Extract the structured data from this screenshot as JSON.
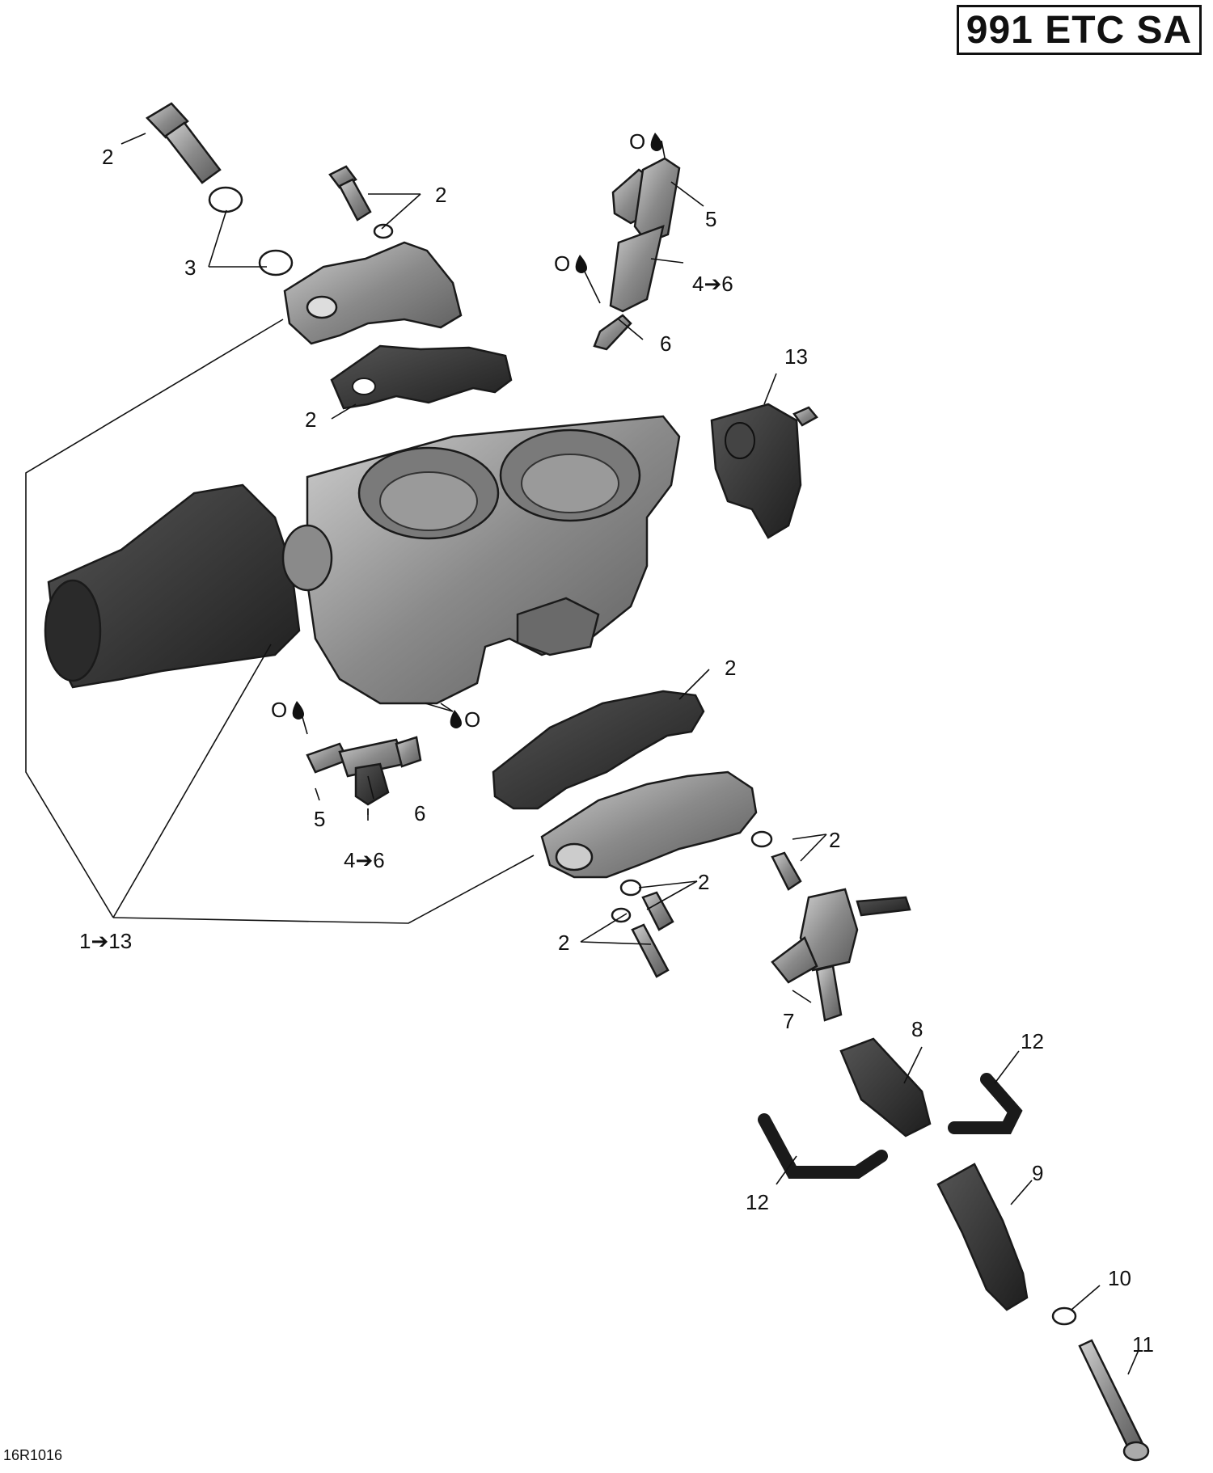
{
  "badge": "991 ETC SA",
  "reference": "16R1016",
  "callouts": {
    "c2a": "2",
    "c2b": "2",
    "c3": "3",
    "c2c": "2",
    "c5a": "5",
    "c46a": "4➔6",
    "c6a": "6",
    "c13": "13",
    "c2d": "2",
    "c5b": "5",
    "c6b": "6",
    "c46b": "4➔6",
    "c113": "1➔13",
    "c2e": "2",
    "c2f": "2",
    "c2g": "2",
    "c7": "7",
    "c8": "8",
    "c12a": "12",
    "c12b": "12",
    "c9": "9",
    "c10": "10",
    "c11": "11"
  },
  "lube_marks": {
    "m1": "O",
    "m2": "O",
    "m3": "O",
    "m4": "O"
  },
  "colors": {
    "part_fill": "#8e8e8e",
    "part_dark": "#2b2b2b",
    "part_light": "#c4c4c4"
  }
}
